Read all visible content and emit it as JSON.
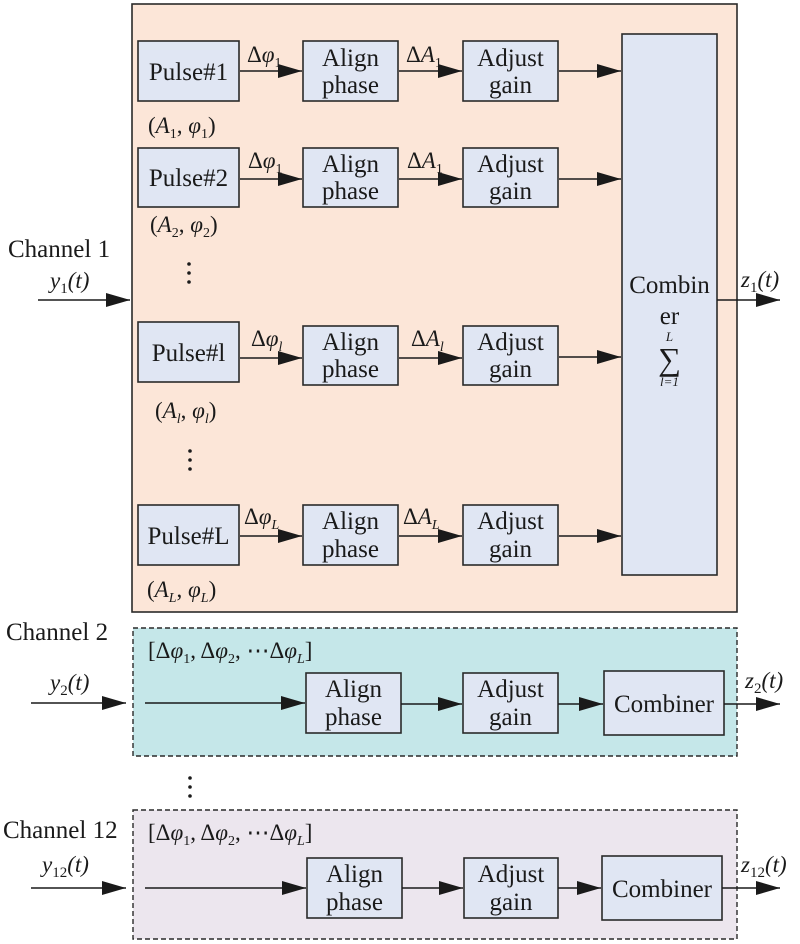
{
  "colors": {
    "channel1_bg": "#fce6d8",
    "channel2_bg": "#c5e7e9",
    "channel12_bg": "#ece6ee",
    "block_fill": "#e0e6f3",
    "line": "#1a1a1a"
  },
  "channel1": {
    "label": "Channel 1",
    "input": {
      "sym": "y",
      "sub": "1",
      "arg": "(t)"
    },
    "output": {
      "sym": "z",
      "sub": "1",
      "arg": "(t)"
    },
    "rows": [
      {
        "pulse": "Pulse#1",
        "dphi_sub": "1",
        "dA_sub": "1",
        "param_A_sub": "1",
        "param_phi_sub": "1"
      },
      {
        "pulse": "Pulse#2",
        "dphi_sub": "1",
        "dA_sub": "1",
        "param_A_sub": "2",
        "param_phi_sub": "2"
      },
      {
        "pulse": "Pulse#l",
        "dphi_sub": "l",
        "dA_sub": "l",
        "param_A_sub": "l",
        "param_phi_sub": "l"
      },
      {
        "pulse": "Pulse#L",
        "dphi_sub": "L",
        "dA_sub": "L",
        "param_A_sub": "L",
        "param_phi_sub": "L"
      }
    ],
    "align_line1": "Align",
    "align_line2": "phase",
    "adjust_line1": "Adjust",
    "adjust_line2": "gain",
    "combiner_line1": "Combin",
    "combiner_line2": "er",
    "sum_upper": "L",
    "sum_symbol": "∑",
    "sum_lower": "l=1"
  },
  "channel2": {
    "label": "Channel 2",
    "input": {
      "sym": "y",
      "sub": "2",
      "arg": "(t)"
    },
    "output": {
      "sym": "z",
      "sub": "2",
      "arg": "(t)"
    },
    "phase_vector": "[Δφ₁, Δφ₂, ⋯Δφ_L]",
    "align_line1": "Align",
    "align_line2": "phase",
    "adjust_line1": "Adjust",
    "adjust_line2": "gain",
    "combiner": "Combiner"
  },
  "channel12": {
    "label": "Channel 12",
    "input": {
      "sym": "y",
      "sub": "12",
      "arg": "(t)"
    },
    "output": {
      "sym": "z",
      "sub": "12",
      "arg": "(t)"
    },
    "phase_vector": "[Δφ₁, Δφ₂, ⋯Δφ_L]",
    "align_line1": "Align",
    "align_line2": "phase",
    "adjust_line1": "Adjust",
    "adjust_line2": "gain",
    "combiner": "Combiner"
  },
  "symbols": {
    "delta": "Δ",
    "phi": "φ",
    "A": "A",
    "ellipsis_vertical": "⋮",
    "cdots": "⋯"
  }
}
